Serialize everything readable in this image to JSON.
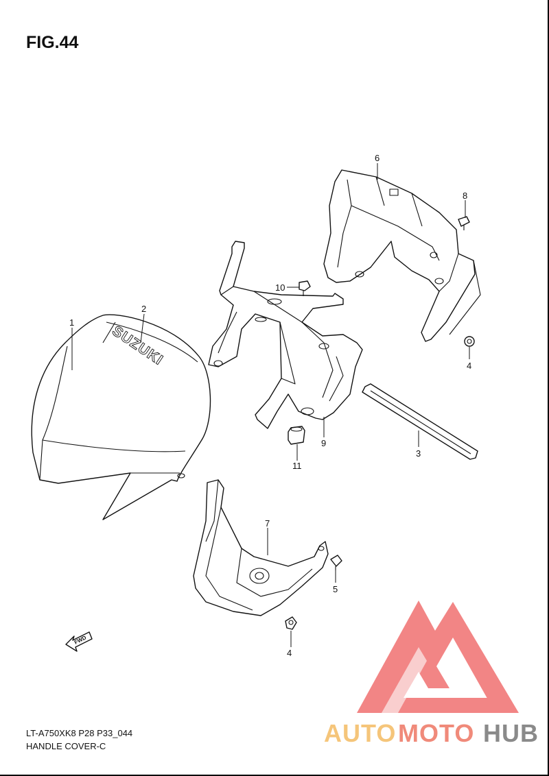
{
  "figure": {
    "title": "FIG.44",
    "model_code": "LT-A750XK8 P28 P33_044",
    "section_name": "HANDLE COVER-C"
  },
  "callouts": [
    "1",
    "2",
    "3",
    "4",
    "4",
    "5",
    "6",
    "7",
    "8",
    "9",
    "10",
    "11"
  ],
  "emboss": {
    "brand": "SUZUKI",
    "fwd_arrow": "FWD"
  },
  "watermark": {
    "word_1": "AUTO",
    "word_2": "MOTO",
    "word_3": "HUB",
    "colors": {
      "logo_red": "#f07070",
      "word_1": "#f5c57a",
      "word_2": "#f08a7a",
      "word_3": "#8a8a8a"
    }
  },
  "colors": {
    "line": "#111111",
    "background": "#ffffff"
  }
}
